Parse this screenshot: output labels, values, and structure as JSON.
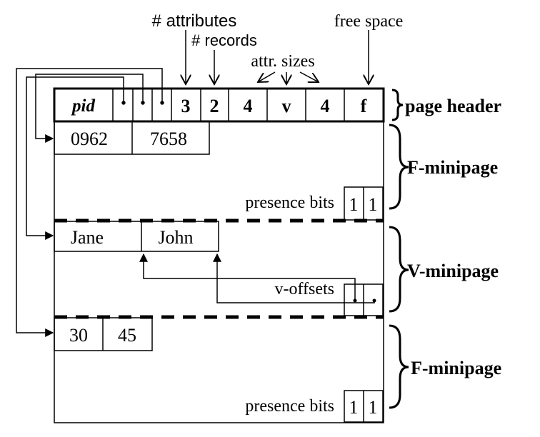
{
  "annotations": {
    "num_attributes": "# attributes",
    "num_records": "# records",
    "attr_sizes": "attr. sizes",
    "free_space": "free space"
  },
  "header": {
    "cells": [
      "pid",
      "•",
      "•",
      "•",
      "3",
      "2",
      "4",
      "v",
      "4",
      "f"
    ],
    "label": "page header"
  },
  "minipage1": {
    "values": [
      "0962",
      "7658"
    ],
    "presence_label": "presence bits",
    "presence_bits": [
      "1",
      "1"
    ],
    "label": "F-minipage"
  },
  "minipage2": {
    "values": [
      "Jane",
      "John"
    ],
    "offsets_label": "v-offsets",
    "label": "V-minipage"
  },
  "minipage3": {
    "values": [
      "30",
      "45"
    ],
    "presence_label": "presence bits",
    "presence_bits": [
      "1",
      "1"
    ],
    "label": "F-minipage"
  }
}
